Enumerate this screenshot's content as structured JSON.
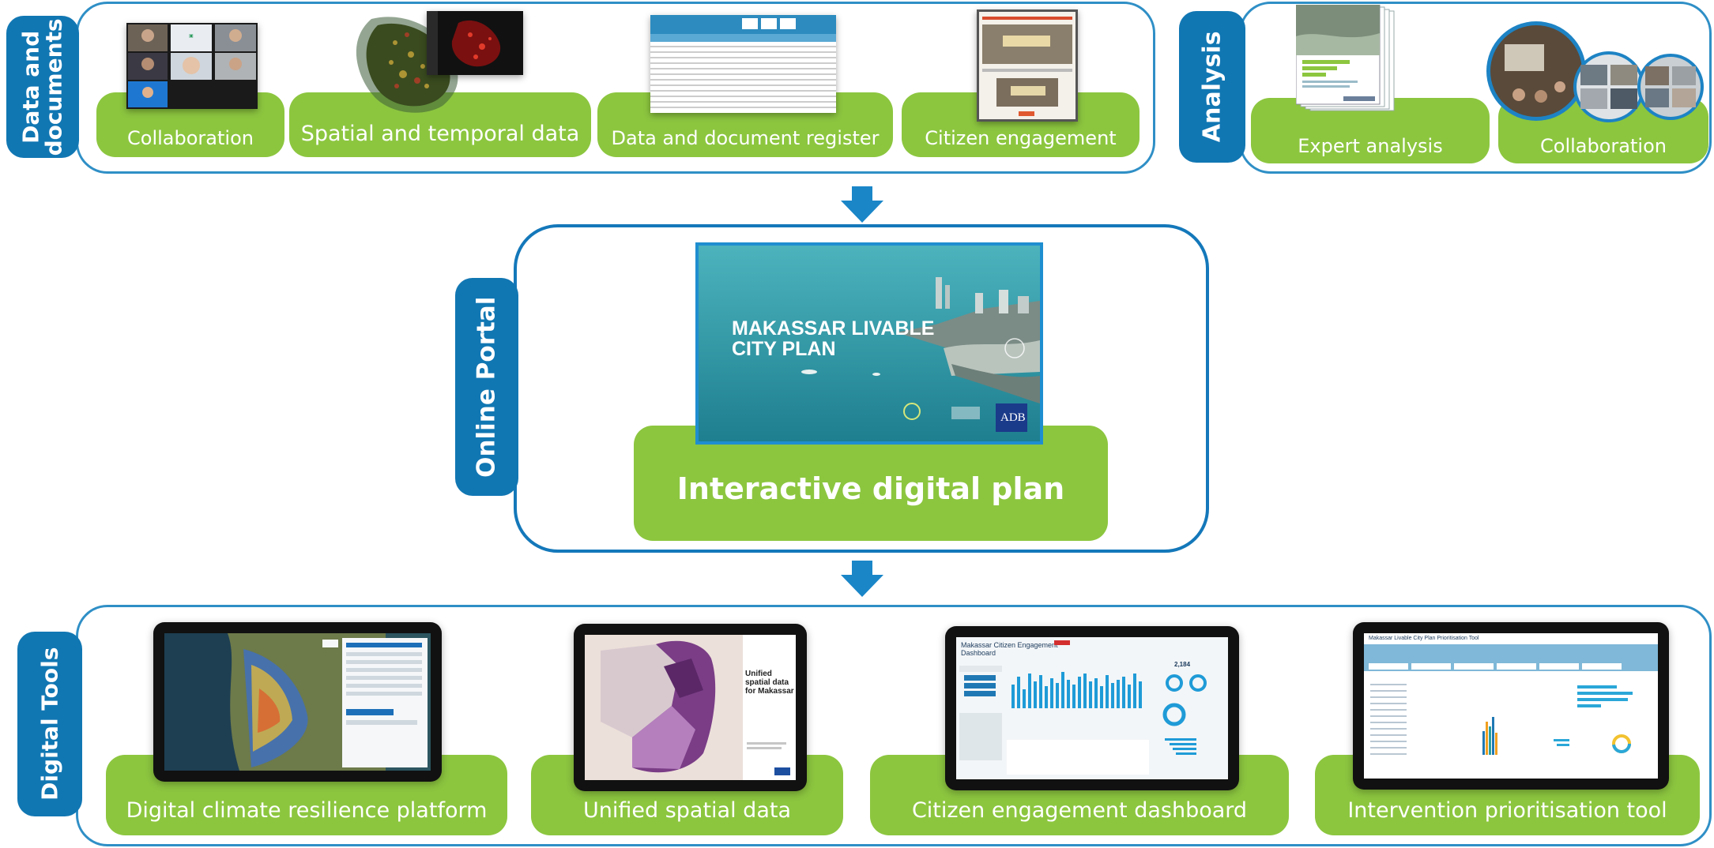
{
  "sections": {
    "data_documents": {
      "label_line1": "Data and",
      "label_line2": "documents",
      "items": [
        "Collaboration",
        "Spatial and temporal data",
        "Data and document register",
        "Citizen engagement"
      ]
    },
    "analysis": {
      "label": "Analysis",
      "items": [
        "Expert analysis",
        "Collaboration"
      ]
    },
    "online_portal": {
      "label": "Online Portal",
      "item": "Interactive digital plan",
      "cover_line1": "MAKASSAR LIVABLE",
      "cover_line2": "CITY PLAN",
      "cover_logo": "ADB"
    },
    "digital_tools": {
      "label": "Digital Tools",
      "items": [
        "Digital climate resilience platform",
        "Unified spatial data",
        "Citizen engagement dashboard",
        "Intervention prioritisation tool"
      ],
      "spatial_screen_title_1": "Unified",
      "spatial_screen_title_2": "spatial data",
      "spatial_screen_title_3": "for Makassar",
      "dashboard_title_1": "Makassar Citizen Engagement",
      "dashboard_title_2": "Dashboard",
      "respondents": "2,184",
      "prioritisation_title": "Makassar Livable City Plan Prioritisation Tool"
    }
  },
  "colors": {
    "blue": "#1177b3",
    "frame_blue": "#2f8fc6",
    "green": "#8cc63f",
    "arrow_blue": "#1a86c8"
  }
}
